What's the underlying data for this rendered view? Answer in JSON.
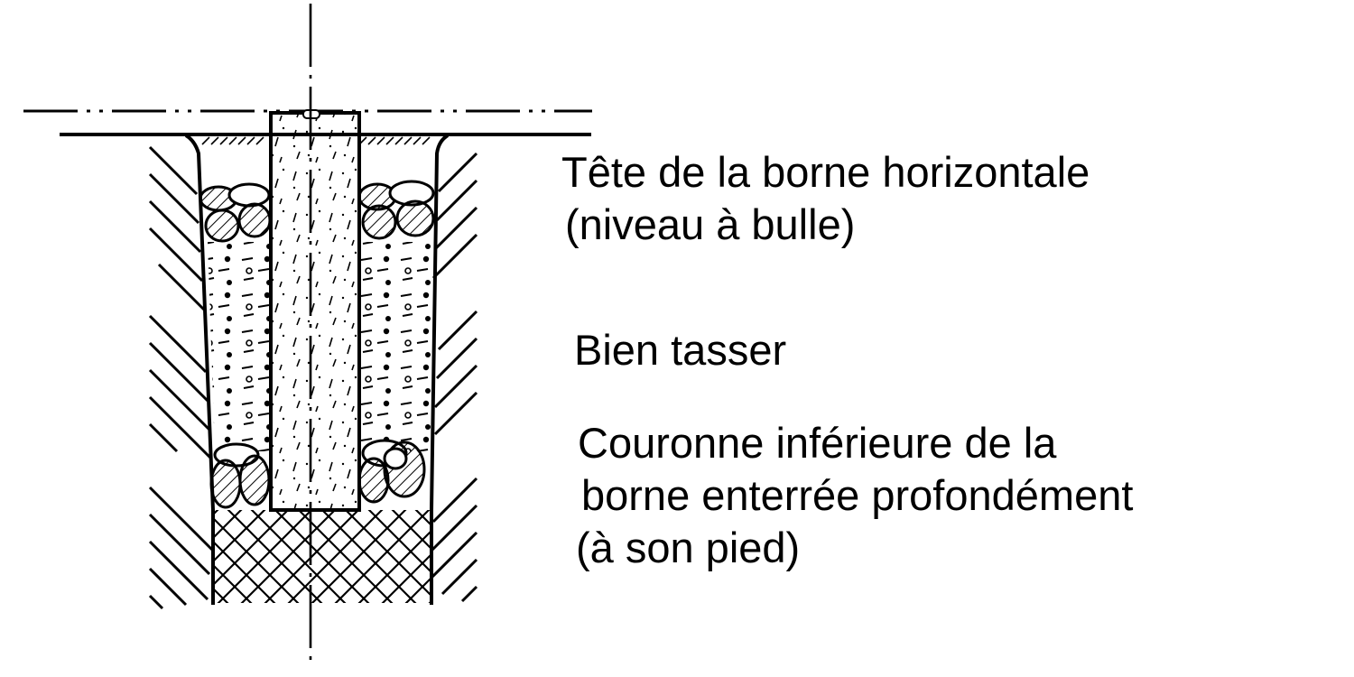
{
  "labels": {
    "head": {
      "line1": "Tête de la borne horizontale",
      "line2": "(niveau à bulle)"
    },
    "tamp": {
      "line1": "Bien tasser"
    },
    "foot": {
      "line1": "Couronne inférieure de la",
      "line2": "borne enterrée profondément",
      "line3": "(à son pied)"
    }
  },
  "colors": {
    "ink": "#000000",
    "background": "#ffffff"
  }
}
